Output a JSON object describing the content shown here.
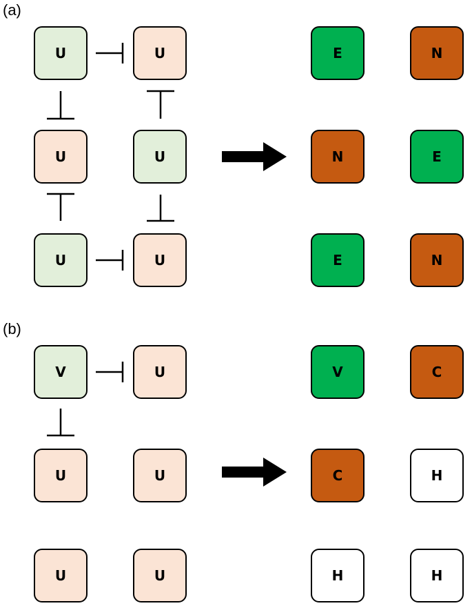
{
  "colors": {
    "pale_green": "#e2efda",
    "pale_peach": "#fbe4d5",
    "green": "#00b050",
    "orange": "#c55a11",
    "white": "#ffffff",
    "line": "#000000"
  },
  "panels": [
    {
      "label": "(a)",
      "left_grid": [
        [
          {
            "text": "U",
            "fill": "pale_green"
          },
          {
            "text": "U",
            "fill": "pale_peach"
          }
        ],
        [
          {
            "text": "U",
            "fill": "pale_peach"
          },
          {
            "text": "U",
            "fill": "pale_green"
          }
        ],
        [
          {
            "text": "U",
            "fill": "pale_green"
          },
          {
            "text": "U",
            "fill": "pale_peach"
          }
        ]
      ],
      "right_grid": [
        [
          {
            "text": "E",
            "fill": "green"
          },
          {
            "text": "N",
            "fill": "orange"
          }
        ],
        [
          {
            "text": "N",
            "fill": "orange"
          },
          {
            "text": "E",
            "fill": "green"
          }
        ],
        [
          {
            "text": "E",
            "fill": "green"
          },
          {
            "text": "N",
            "fill": "orange"
          }
        ]
      ]
    },
    {
      "label": "(b)",
      "left_grid": [
        [
          {
            "text": "V",
            "fill": "pale_green"
          },
          {
            "text": "U",
            "fill": "pale_peach"
          }
        ],
        [
          {
            "text": "U",
            "fill": "pale_peach"
          },
          {
            "text": "U",
            "fill": "pale_peach"
          }
        ],
        [
          {
            "text": "U",
            "fill": "pale_peach"
          },
          {
            "text": "U",
            "fill": "pale_peach"
          }
        ]
      ],
      "right_grid": [
        [
          {
            "text": "V",
            "fill": "green"
          },
          {
            "text": "C",
            "fill": "orange"
          }
        ],
        [
          {
            "text": "C",
            "fill": "orange"
          },
          {
            "text": "H",
            "fill": "white"
          }
        ],
        [
          {
            "text": "H",
            "fill": "white"
          },
          {
            "text": "H",
            "fill": "white"
          }
        ]
      ]
    }
  ]
}
